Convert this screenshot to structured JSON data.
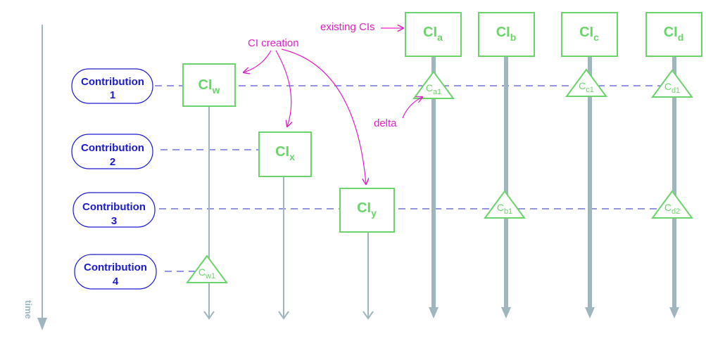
{
  "colors": {
    "contribution": "#1a1ad0",
    "ci": "#6ad46a",
    "annotation": "#e020c8",
    "timeline": "#9fb6bf",
    "dashed": "#2a2ac8"
  },
  "time_label": "time",
  "contributions": [
    {
      "label": "Contribution",
      "number": "1"
    },
    {
      "label": "Contribution",
      "number": "2"
    },
    {
      "label": "Contribution",
      "number": "3"
    },
    {
      "label": "Contribution",
      "number": "4"
    }
  ],
  "new_cis": [
    {
      "base": "CI",
      "sub": "w"
    },
    {
      "base": "CI",
      "sub": "x"
    },
    {
      "base": "CI",
      "sub": "y"
    }
  ],
  "existing_cis": [
    {
      "base": "CI",
      "sub": "a"
    },
    {
      "base": "CI",
      "sub": "b"
    },
    {
      "base": "CI",
      "sub": "c"
    },
    {
      "base": "CI",
      "sub": "d"
    }
  ],
  "deltas": [
    {
      "base": "C",
      "sub": "a1"
    },
    {
      "base": "C",
      "sub": "c1"
    },
    {
      "base": "C",
      "sub": "d1"
    },
    {
      "base": "C",
      "sub": "b1"
    },
    {
      "base": "C",
      "sub": "d2"
    },
    {
      "base": "C",
      "sub": "w1"
    }
  ],
  "annotations": {
    "ci_creation": "CI creation",
    "existing_cis": "existing CIs",
    "delta": "delta"
  }
}
